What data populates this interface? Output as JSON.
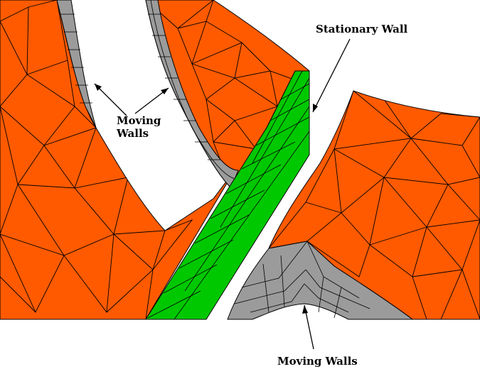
{
  "labels": {
    "stationary_wall": "Stationary Wall",
    "moving_walls_top_line1": "Moving",
    "moving_walls_top_line2": "Walls",
    "moving_walls_bottom": "Moving Walls"
  },
  "colors": {
    "fluid_mesh": "#ff5a00",
    "moving_wall": "#9b9b9b",
    "stationary_wall": "#00c800",
    "mesh_lines": "#000000",
    "background": "#ffffff"
  }
}
